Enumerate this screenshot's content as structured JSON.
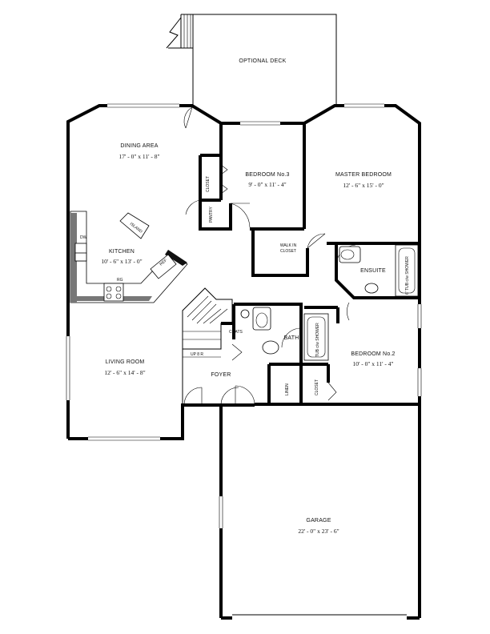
{
  "rooms": {
    "optional_deck": {
      "name": "OPTIONAL DECK"
    },
    "dining_area": {
      "name": "DINING AREA",
      "dims": "17' - 0\" x 11' - 8\""
    },
    "bedroom3": {
      "name": "BEDROOM No.3",
      "dims": "9' - 0\" x 11' - 4\""
    },
    "master_bedroom": {
      "name": "MASTER BEDROOM",
      "dims": "12' - 6\" x 15' - 0\""
    },
    "kitchen": {
      "name": "KITCHEN",
      "dims": "10' - 6\" x 13' - 0\""
    },
    "ensuite": {
      "name": "ENSUITE"
    },
    "living_room": {
      "name": "LIVING ROOM",
      "dims": "12' - 6\" x 14' - 8\""
    },
    "bath": {
      "name": "BATH"
    },
    "bedroom2": {
      "name": "BEDROOM No.2",
      "dims": "10' - 0\" x 11' - 4\""
    },
    "foyer": {
      "name": "FOYER"
    },
    "garage": {
      "name": "GARAGE",
      "dims": "22' - 0\" x 23' - 6\""
    }
  },
  "labels": {
    "closet": "CLOSET",
    "pantry": "PANTRY",
    "walk_in_1": "WALK IN",
    "walk_in_2": "CLOSET",
    "island": "ISLAND",
    "dw": "DW",
    "ref": "REF",
    "rg": "RG",
    "coats": "COATS",
    "up": "UP 8 R",
    "linen": "LINEN",
    "closet2": "CLOSET",
    "tub_shower_ensuite": "6' TUB c/w SHOWER",
    "tub_shower_bath": "TUB c/w SHOWER"
  },
  "colors": {
    "wall": "#000000",
    "background": "#ffffff"
  }
}
